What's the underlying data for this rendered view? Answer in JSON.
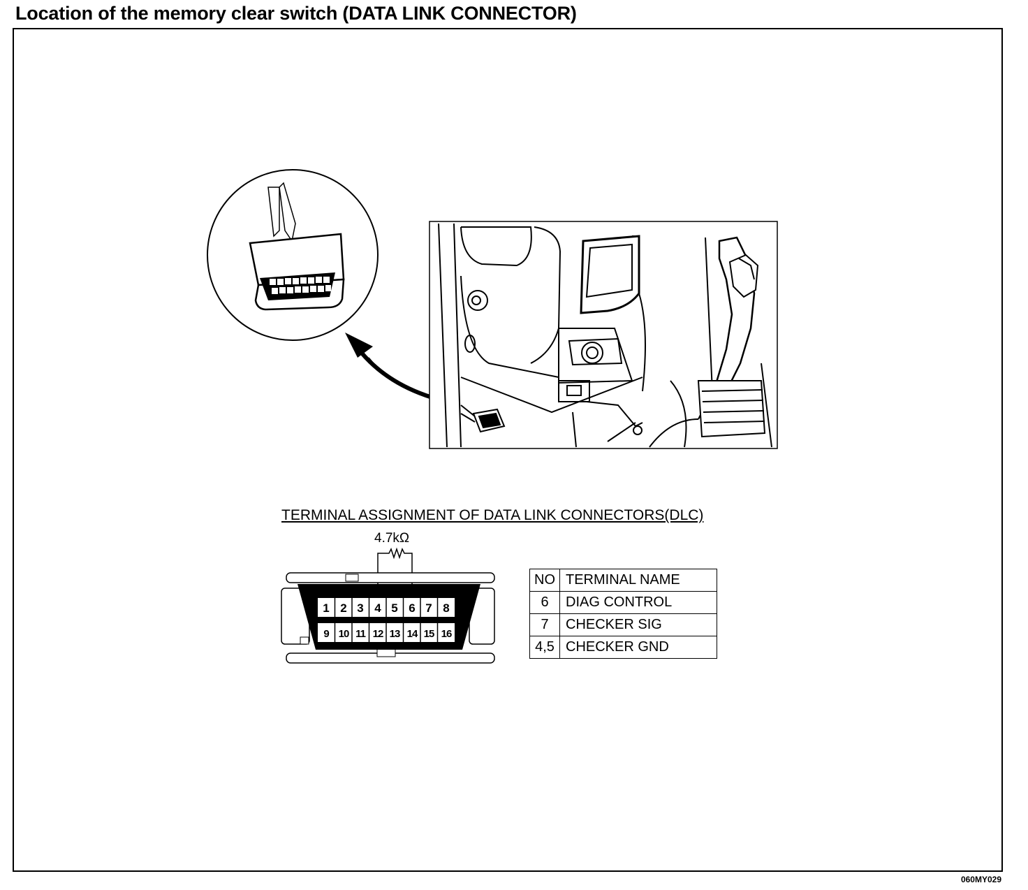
{
  "title": "Location of the memory clear switch (DATA LINK CONNECTOR)",
  "figure_code": "060MY029",
  "dlc_section": {
    "title": "TERMINAL ASSIGNMENT OF DATA LINK CONNECTORS(DLC)",
    "resistor_label": "4.7kΩ",
    "pins_top": [
      "1",
      "2",
      "3",
      "4",
      "5",
      "6",
      "7",
      "8"
    ],
    "pins_bottom": [
      "9",
      "10",
      "11",
      "12",
      "13",
      "14",
      "15",
      "16"
    ]
  },
  "terminal_table": {
    "headers": [
      "NO",
      "TERMINAL NAME"
    ],
    "rows": [
      {
        "no": "6",
        "name": "DIAG CONTROL"
      },
      {
        "no": "7",
        "name": "CHECKER SIG"
      },
      {
        "no": "4,5",
        "name": "CHECKER GND"
      }
    ]
  }
}
